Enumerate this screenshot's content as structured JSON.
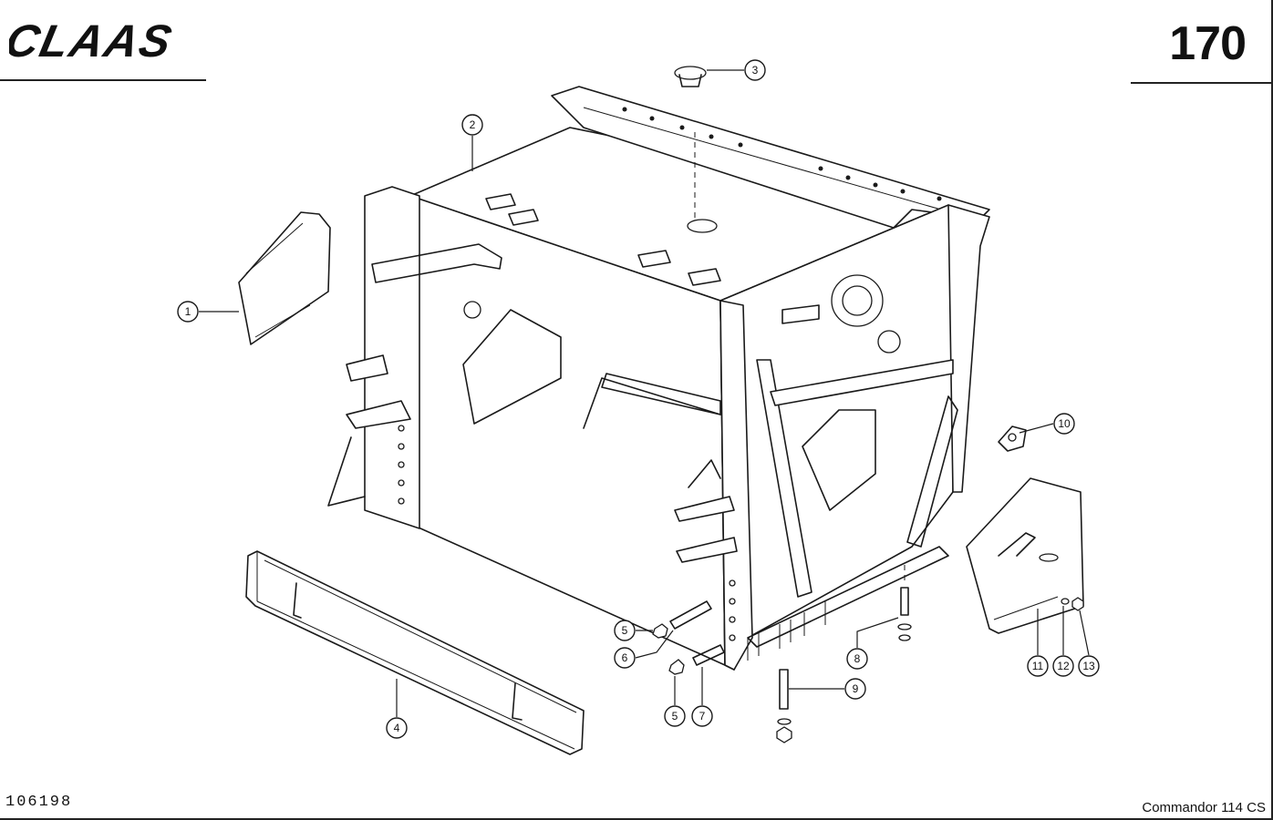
{
  "header": {
    "brand": "CLAAS",
    "page_number": "170"
  },
  "footer": {
    "document_number": "106198",
    "model": "Commandor 114 CS"
  },
  "callouts": [
    "1",
    "2",
    "3",
    "4",
    "5",
    "6",
    "5",
    "7",
    "8",
    "9",
    "10",
    "11",
    "12",
    "13"
  ],
  "colors": {
    "ink": "#1a1a1a",
    "paper": "#ffffff"
  }
}
